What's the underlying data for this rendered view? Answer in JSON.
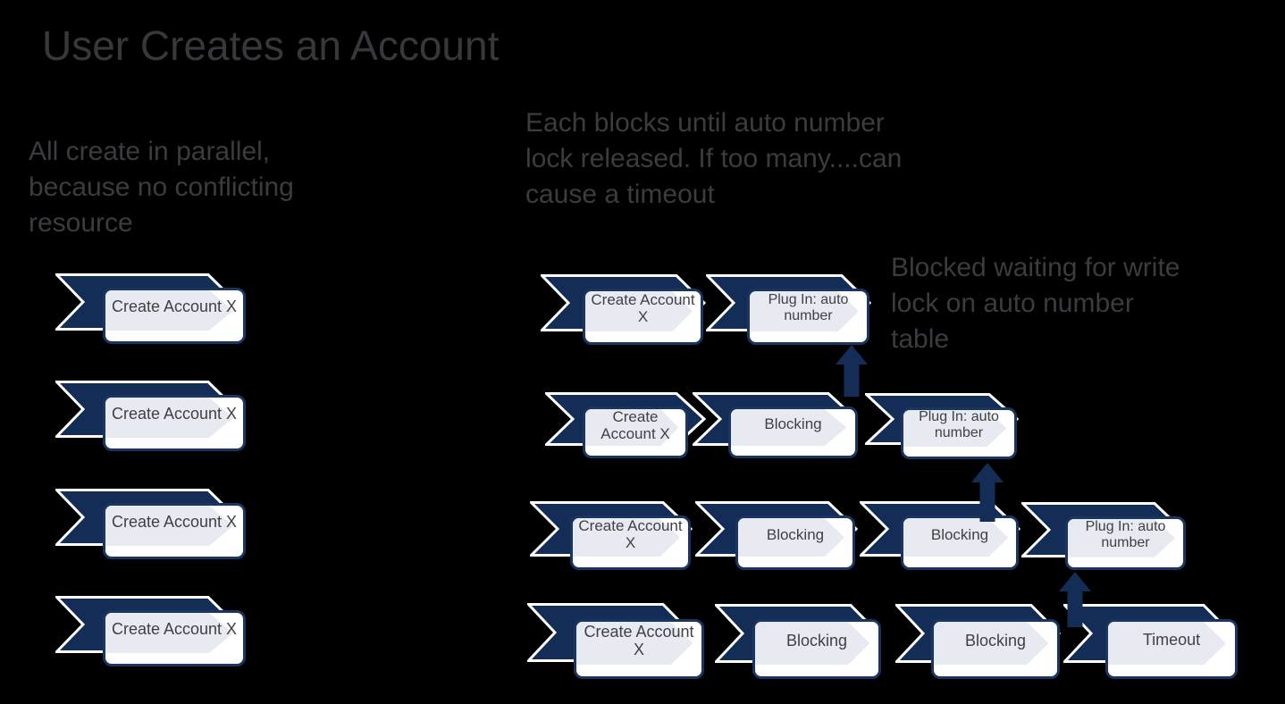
{
  "slide": {
    "title": "User Creates an Account",
    "notes": {
      "parallel": "All create in parallel,\nbecause no conflicting\nresource",
      "blocking": "Each blocks until auto number\nlock released. If too many....can\ncause a timeout",
      "blocked_waiting": "Blocked waiting for write\nlock on auto number\ntable"
    },
    "parallel_lane": {
      "steps": [
        {
          "label": "Create Account X"
        },
        {
          "label": "Create Account X"
        },
        {
          "label": "Create Account X"
        },
        {
          "label": "Create Account X"
        }
      ]
    },
    "blocking_rows": [
      {
        "steps": [
          {
            "label": "Create Account X"
          },
          {
            "label": "Plug In: auto number"
          }
        ]
      },
      {
        "steps": [
          {
            "label": "Create Account X"
          },
          {
            "label": "Blocking"
          },
          {
            "label": "Plug In: auto number"
          }
        ]
      },
      {
        "steps": [
          {
            "label": "Create Account X"
          },
          {
            "label": "Blocking"
          },
          {
            "label": "Blocking"
          },
          {
            "label": "Plug In: auto number"
          }
        ]
      },
      {
        "steps": [
          {
            "label": "Create Account X"
          },
          {
            "label": "Blocking"
          },
          {
            "label": "Blocking"
          },
          {
            "label": "Timeout"
          }
        ]
      }
    ],
    "arrows": [
      {
        "name": "up-arrow-row2-to-row1"
      },
      {
        "name": "up-arrow-row3-to-row2"
      },
      {
        "name": "up-arrow-row4-to-row3"
      }
    ],
    "colors": {
      "background": "#000000",
      "navy": "#132d57",
      "chevron_outline": "#ffffff",
      "box_border": "#1a3560",
      "box_fill": "#ffffff",
      "box_chevron": "#e7eaf0",
      "box_text": "#3f4245",
      "note_text": "#3a3c3f",
      "title_text": "#36383b"
    }
  }
}
